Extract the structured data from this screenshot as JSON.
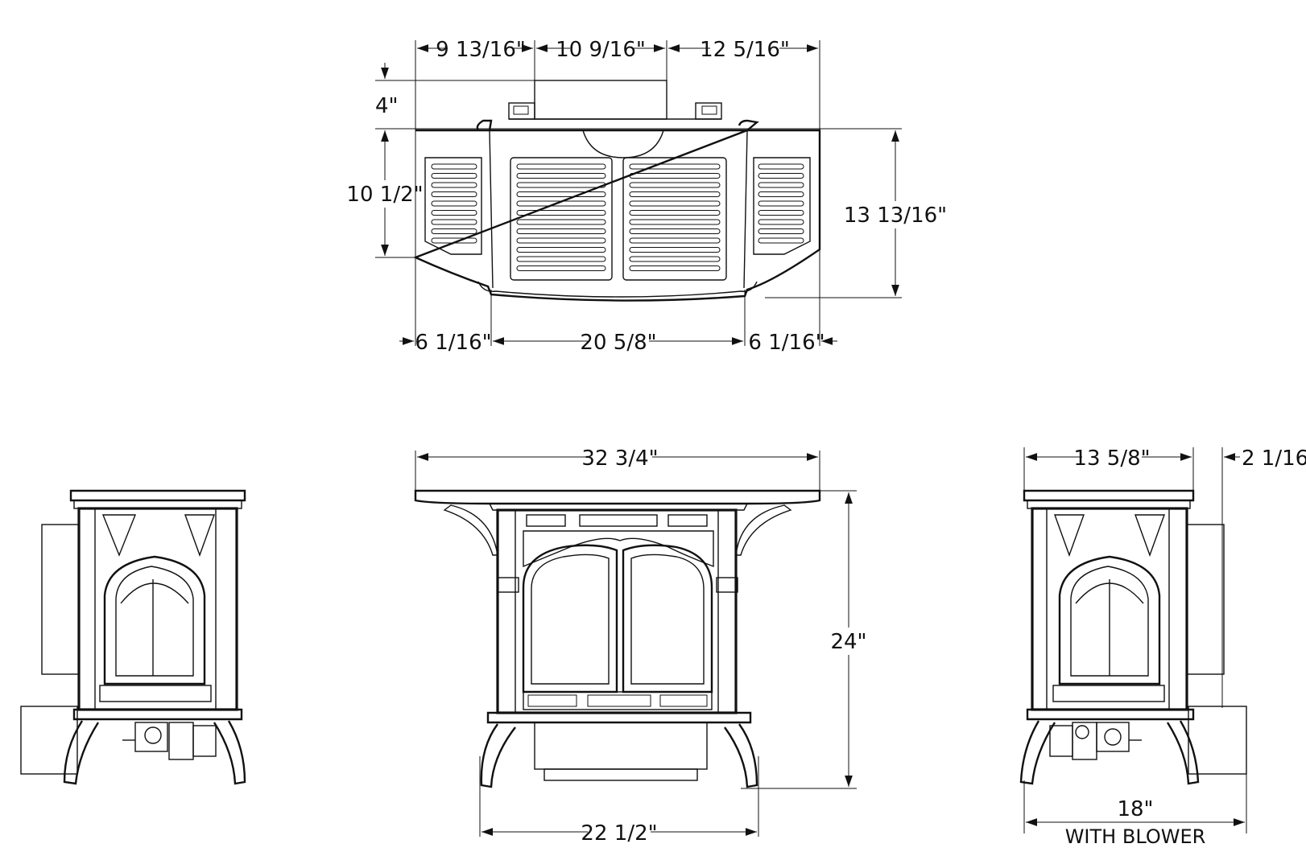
{
  "colors": {
    "line": "#111111",
    "background": "#ffffff"
  },
  "top_view": {
    "dims": {
      "left_top_width": "9 13/16\"",
      "middle_top_width": "10 9/16\"",
      "right_top_width": "12 5/16\"",
      "collar_offset": "4\"",
      "side_depth": "10 1/2\"",
      "total_depth": "13 13/16\"",
      "left_bottom": "6 1/16\"",
      "center_bottom": "20 5/8\"",
      "right_bottom": "6 1/16\""
    }
  },
  "front_view": {
    "dims": {
      "top_width": "32 3/4\"",
      "height": "24\"",
      "leg_width": "22 1/2\""
    }
  },
  "right_view": {
    "dims": {
      "top_width": "13 5/8\"",
      "offset": "2 1/16\"",
      "depth": "18\"",
      "depth_note": "WITH BLOWER"
    }
  }
}
